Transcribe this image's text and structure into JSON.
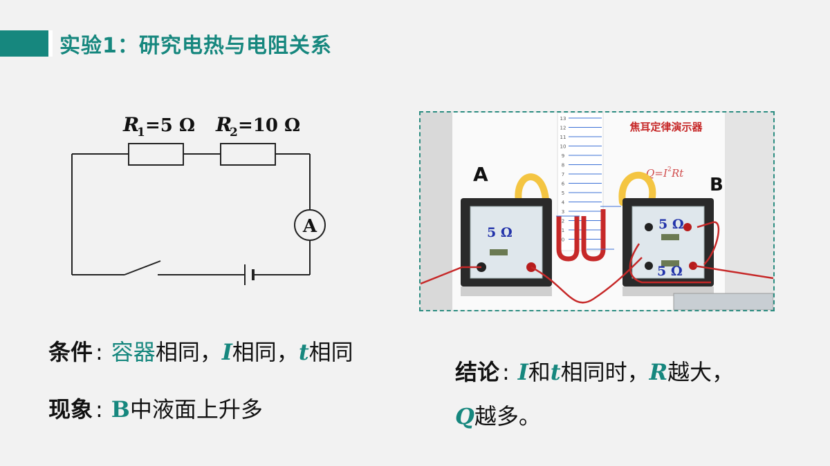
{
  "title": "实验1：研究电热与电阻关系",
  "circuit": {
    "r1_symbol": "R",
    "r1_sub": "1",
    "r1_value": "=5 Ω",
    "r2_symbol": "R",
    "r2_sub": "2",
    "r2_value": "=10 Ω",
    "ammeter": "A"
  },
  "photo": {
    "label_a": "A",
    "label_b": "B",
    "device_name": "焦耳定律演示器",
    "formula_q": "Q=",
    "formula_i": "I",
    "formula_sup": "2",
    "formula_rt": "Rt",
    "resistor_a": "5 Ω",
    "resistor_b1": "5 Ω",
    "resistor_b2": "5 Ω",
    "scale_numbers": [
      "13",
      "12",
      "11",
      "10",
      "9",
      "8",
      "7",
      "6",
      "5",
      "4",
      "3",
      "2",
      "1",
      "0"
    ]
  },
  "condition": {
    "label": "条件",
    "colon": ":",
    "part1": "容器",
    "part2": "相同，",
    "var_i": "I",
    "part3": "相同，",
    "var_t": "t",
    "part4": "相同"
  },
  "phenomenon": {
    "label": "现象",
    "colon": ":",
    "var_b": "B",
    "text": "中液面上升多"
  },
  "conclusion": {
    "label": "结论",
    "colon": ":",
    "var_i": "I",
    "and": "和",
    "var_t": "t",
    "text1": "相同时，",
    "var_r": "R",
    "text2": "越大，",
    "var_q": "Q",
    "text3": "越多。"
  },
  "colors": {
    "accent": "#16877e",
    "liquid": "#c62828",
    "tube": "#f4c542"
  }
}
